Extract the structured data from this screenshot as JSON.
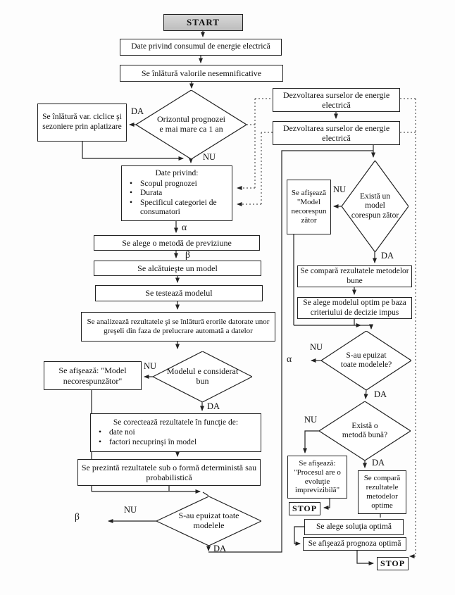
{
  "labels": {
    "da": "DA",
    "nu": "NU",
    "alpha": "α",
    "beta": "β",
    "bullet": "•"
  },
  "nodes": {
    "start": "START",
    "data_consum": "Date privind consumul de energie electrică",
    "inlatura_valori": "Se înlătură valorile nesemnificative",
    "d_orizont": "Orizontul prognozei e mai mare ca 1 an",
    "inlatura_var": "Se înlătură var. ciclice şi sezoniere prin aplatizare",
    "dezvoltare1": "Dezvoltarea surselor de energie electrică",
    "dezvoltare2": "Dezvoltarea surselor de energie electrică",
    "date_privind_title": "Date privind:",
    "date_privind_items": [
      "Scopul prognozei",
      "Durata",
      "Specificul categoriei de consumatori"
    ],
    "alege_metoda": "Se alege o metodă de previziune",
    "alcatuieste": "Se alcătuieşte un model",
    "testeaza": "Se testează modelul",
    "analizeaza": "Se analizează rezultatele şi se înlătură erorile datorate unor greşeli din faza de prelucrare automată a datelor",
    "d_model_bun": "Modelul e considerat bun",
    "afiseaza_model_nec_left": "Se afişează: \"Model necorespunzător\"",
    "corecteaza_title": "Se corectează rezultatele în funcţie de:",
    "corecteaza_items": [
      "date noi",
      "factori necuprinşi în model"
    ],
    "prezinta": "Se prezintă rezultatele sub o formă deterministă sau probabilistică",
    "d_epuizat_left": "S-au epuizat toate modelele",
    "afiseaza_model_nec_right": "Se afişează \"Model necorespun zător",
    "d_exista_model": "Există un model corespun zător",
    "compara_bune": "Se compară rezultatele metodelor bune",
    "alege_optim": "Se alege modelul optim pe baza criteriului de decizie impus",
    "d_epuizat_right": "S-au epuizat toate modelele?",
    "d_exista_metoda": "Există o metodă bună?",
    "proces_imprevizibil": "Se afişează: \"Procesul are o evoluţie imprevizibilă\"",
    "stop1": "STOP",
    "compara_optime": "Se compară rezultatele metodelor optime",
    "alege_solutia": "Se alege soluţia optimă",
    "afiseaza_prognoza": "Se afişează prognoza optimă",
    "stop2": "STOP"
  }
}
